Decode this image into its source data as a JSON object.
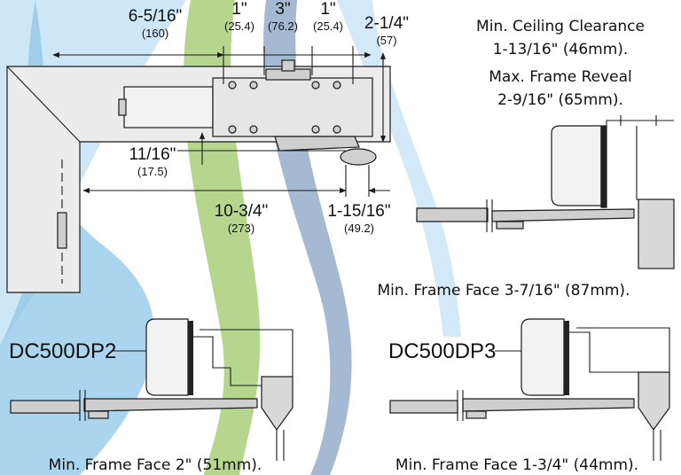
{
  "colors": {
    "swirl_blue": "#8fc6e8",
    "swirl_lightblue": "#c9e4f5",
    "swirl_green": "#a9cf7a",
    "swirl_darkblue": "#5c7fae",
    "line": "#1a1a1a"
  },
  "top_diagram": {
    "dims": {
      "d1": {
        "value": "6-5/16\"",
        "metric": "(160)"
      },
      "d2": {
        "value": "1\"",
        "metric": "(25.4)"
      },
      "d3": {
        "value": "3\"",
        "metric": "(76.2)"
      },
      "d4": {
        "value": "1\"",
        "metric": "(25.4)"
      },
      "d5": {
        "value": "2-1/4\"",
        "metric": "(57)"
      },
      "d6": {
        "value": "11/16\"",
        "metric": "(17.5)"
      },
      "d7": {
        "value": "10-3/4\"",
        "metric": "(273)"
      },
      "d8": {
        "value": "1-15/16\"",
        "metric": "(49.2)"
      }
    }
  },
  "notes": {
    "ceiling_1": "Min. Ceiling Clearance",
    "ceiling_2": "1-13/16\" (46mm).",
    "reveal_1": "Max. Frame Reveal",
    "reveal_2": "2-9/16\" (65mm).",
    "frame_face_right": "Min. Frame Face 3-7/16\" (87mm).",
    "frame_face_dp2": "Min. Frame Face 2\" (51mm).",
    "frame_face_dp3": "Min. Frame Face 1-3/4\" (44mm)."
  },
  "models": {
    "dp2": "DC500DP2",
    "dp3": "DC500DP3"
  }
}
